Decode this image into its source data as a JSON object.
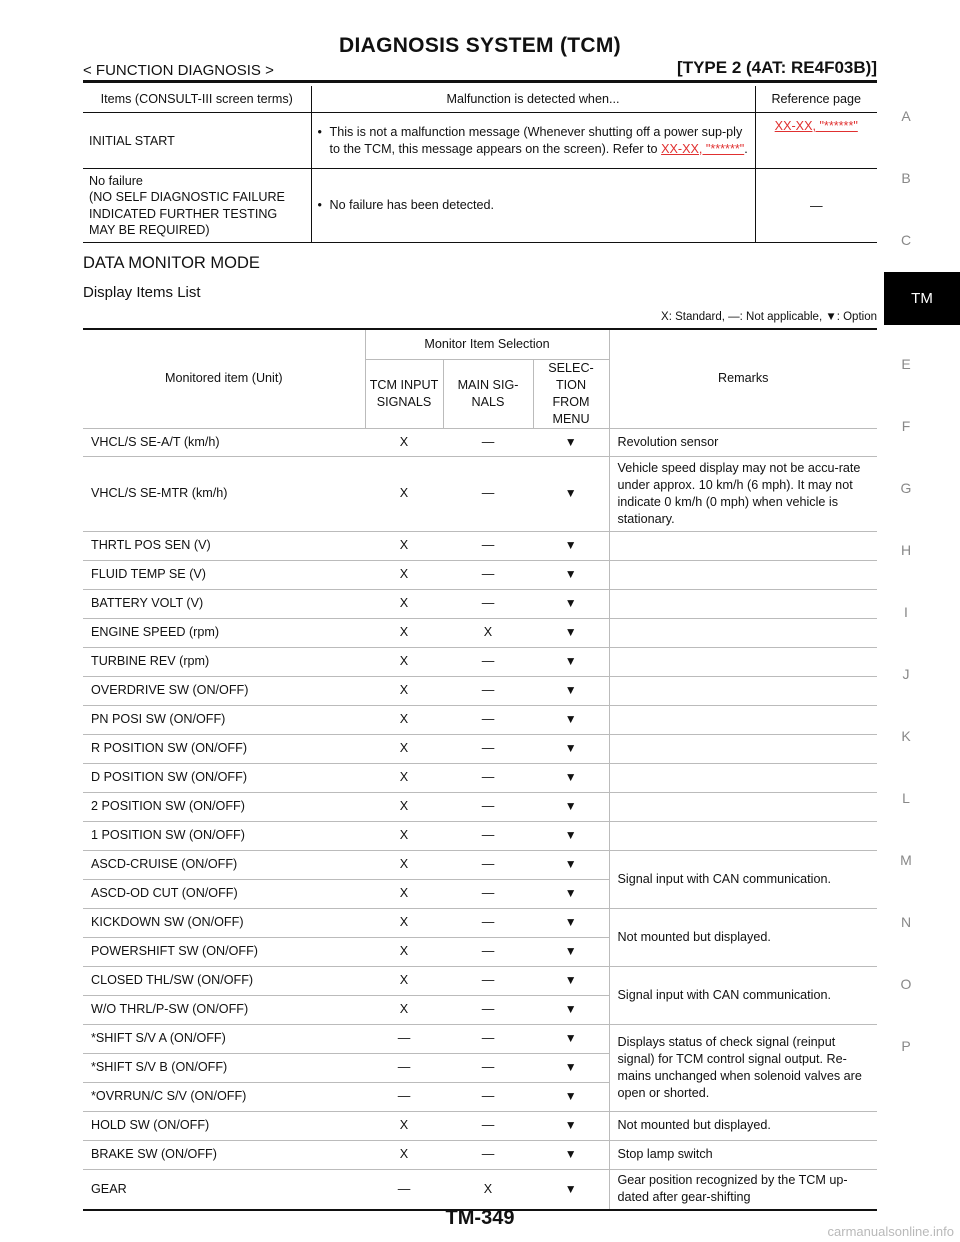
{
  "header": {
    "title": "DIAGNOSIS SYSTEM (TCM)",
    "left": "< FUNCTION DIAGNOSIS >",
    "right": "[TYPE 2 (4AT: RE4F03B)]"
  },
  "side_index": [
    "A",
    "B",
    "C",
    "TM",
    "E",
    "F",
    "G",
    "H",
    "I",
    "J",
    "K",
    "L",
    "M",
    "N",
    "O",
    "P"
  ],
  "top_table": {
    "headers": [
      "Items (CONSULT-III screen terms)",
      "Malfunction is detected when...",
      "Reference page"
    ],
    "row1": {
      "item": "INITIAL START",
      "text_a": "This is not a malfunction message (Whenever shutting off a power sup-ply to the TCM, this message appears on the screen). Refer to ",
      "link": "XX-XX, \"******\"",
      "text_b": ".",
      "ref": "XX-XX, \"******\""
    },
    "row2": {
      "item": "No failure\n(NO SELF DIAGNOSTIC FAILURE INDICATED FURTHER TESTING MAY BE REQUIRED)",
      "desc": "No failure has been detected.",
      "ref": "—"
    }
  },
  "section_title": "DATA MONITOR MODE",
  "subsection_title": "Display Items List",
  "legend": "X: Standard, —: Not applicable, ▼: Option",
  "monitor_table": {
    "headers": {
      "item": "Monitored item (Unit)",
      "selection": "Monitor Item Selection",
      "col1": "TCM INPUT SIGNALS",
      "col2": "MAIN SIG-NALS",
      "col3": "SELEC-TION FROM MENU",
      "remarks": "Remarks"
    },
    "rows": [
      {
        "item": "VHCL/S SE-A/T (km/h)",
        "c1": "X",
        "c2": "—",
        "c3": "▼"
      },
      {
        "item": "VHCL/S SE-MTR (km/h)",
        "c1": "X",
        "c2": "—",
        "c3": "▼"
      },
      {
        "item": "THRTL POS SEN (V)",
        "c1": "X",
        "c2": "—",
        "c3": "▼"
      },
      {
        "item": "FLUID TEMP SE (V)",
        "c1": "X",
        "c2": "—",
        "c3": "▼"
      },
      {
        "item": "BATTERY VOLT (V)",
        "c1": "X",
        "c2": "—",
        "c3": "▼"
      },
      {
        "item": "ENGINE SPEED (rpm)",
        "c1": "X",
        "c2": "X",
        "c3": "▼"
      },
      {
        "item": "TURBINE REV (rpm)",
        "c1": "X",
        "c2": "—",
        "c3": "▼"
      },
      {
        "item": "OVERDRIVE SW (ON/OFF)",
        "c1": "X",
        "c2": "—",
        "c3": "▼"
      },
      {
        "item": "PN POSI SW (ON/OFF)",
        "c1": "X",
        "c2": "—",
        "c3": "▼"
      },
      {
        "item": "R POSITION SW (ON/OFF)",
        "c1": "X",
        "c2": "—",
        "c3": "▼"
      },
      {
        "item": "D POSITION SW (ON/OFF)",
        "c1": "X",
        "c2": "—",
        "c3": "▼"
      },
      {
        "item": "2 POSITION SW (ON/OFF)",
        "c1": "X",
        "c2": "—",
        "c3": "▼"
      },
      {
        "item": "1 POSITION SW (ON/OFF)",
        "c1": "X",
        "c2": "—",
        "c3": "▼"
      },
      {
        "item": "ASCD-CRUISE (ON/OFF)",
        "c1": "X",
        "c2": "—",
        "c3": "▼"
      },
      {
        "item": "ASCD-OD CUT (ON/OFF)",
        "c1": "X",
        "c2": "—",
        "c3": "▼"
      },
      {
        "item": "KICKDOWN SW (ON/OFF)",
        "c1": "X",
        "c2": "—",
        "c3": "▼"
      },
      {
        "item": "POWERSHIFT SW (ON/OFF)",
        "c1": "X",
        "c2": "—",
        "c3": "▼"
      },
      {
        "item": "CLOSED THL/SW (ON/OFF)",
        "c1": "X",
        "c2": "—",
        "c3": "▼"
      },
      {
        "item": "W/O THRL/P-SW (ON/OFF)",
        "c1": "X",
        "c2": "—",
        "c3": "▼"
      },
      {
        "item": "*SHIFT S/V A (ON/OFF)",
        "c1": "—",
        "c2": "—",
        "c3": "▼"
      },
      {
        "item": "*SHIFT S/V B (ON/OFF)",
        "c1": "—",
        "c2": "—",
        "c3": "▼"
      },
      {
        "item": "*OVRRUN/C S/V (ON/OFF)",
        "c1": "—",
        "c2": "—",
        "c3": "▼"
      },
      {
        "item": "HOLD SW (ON/OFF)",
        "c1": "X",
        "c2": "—",
        "c3": "▼"
      },
      {
        "item": "BRAKE SW (ON/OFF)",
        "c1": "X",
        "c2": "—",
        "c3": "▼"
      },
      {
        "item": "GEAR",
        "c1": "—",
        "c2": "X",
        "c3": "▼"
      }
    ],
    "remarks": {
      "r0": "Revolution sensor",
      "r1": "Vehicle speed display may not be accu-rate under approx. 10 km/h (6 mph). It may not indicate 0 km/h (0 mph) when vehicle is stationary.",
      "r13": "Signal input with CAN communication.",
      "r15": "Not mounted but displayed.",
      "r17": "Signal input with CAN communication.",
      "r19": "Displays status of check signal (reinput signal) for TCM control signal output. Re-mains unchanged when solenoid valves are open or shorted.",
      "r22": "Not mounted but displayed.",
      "r23": "Stop lamp switch",
      "r24": "Gear position recognized by the TCM up-dated after gear-shifting"
    }
  },
  "footer": {
    "page": "TM-349",
    "watermark": "carmanualsonline.info"
  }
}
